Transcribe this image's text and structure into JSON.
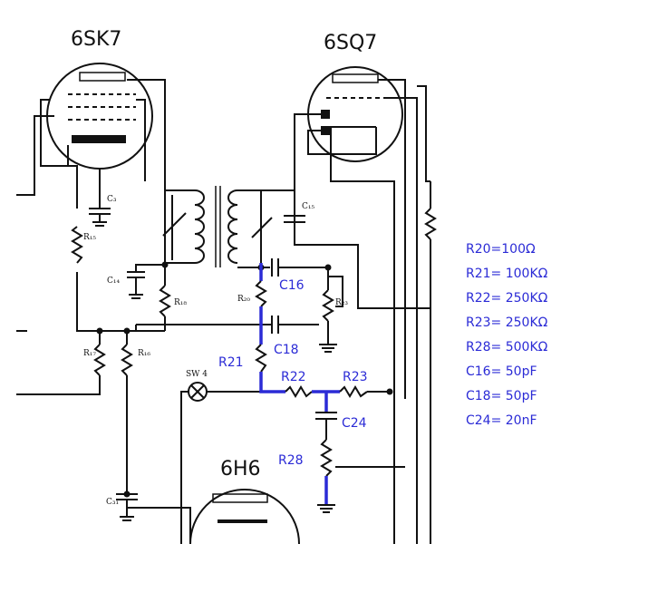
{
  "tubes": {
    "t1": "6SK7",
    "t2": "6SQ7",
    "t3": "6H6"
  },
  "small_labels": {
    "c3": "C₃",
    "r15": "R₁₅",
    "c14": "C₁₄",
    "r18": "R₁₈",
    "r20": "R₂₀",
    "c15": "C₁₅",
    "r23": "R₂₃",
    "r17": "R₁₇",
    "r16": "R₁₆",
    "sw4": "SW 4",
    "c31": "C₃₁"
  },
  "blue_labels": {
    "c16": "C16",
    "c18": "C18",
    "r21": "R21",
    "r22": "R22",
    "r23": "R23",
    "c24": "C24",
    "r28": "R28"
  },
  "legend": [
    "R20=100Ω",
    "R21= 100KΩ",
    "R22= 250KΩ",
    "R23= 250KΩ",
    "R28= 500KΩ",
    "C16= 50pF",
    "C18= 50pF",
    "C24= 20nF"
  ],
  "colors": {
    "ink": "#111111",
    "highlight": "#2b2bd6",
    "background": "#ffffff"
  }
}
